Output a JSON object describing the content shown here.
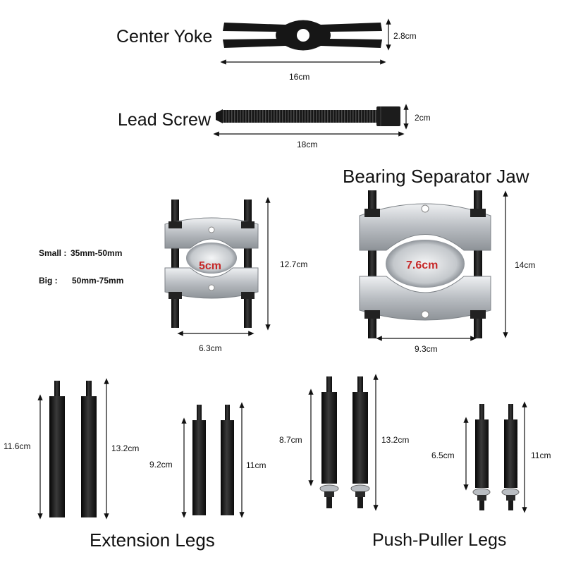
{
  "center_yoke": {
    "title": "Center Yoke",
    "height": "2.8cm",
    "width": "16cm"
  },
  "lead_screw": {
    "title": "Lead Screw",
    "height": "2cm",
    "width": "18cm"
  },
  "bearing_separator": {
    "title": "Bearing Separator Jaw",
    "small_label": "Small :",
    "small_range": "35mm-50mm",
    "big_label": "Big :",
    "big_range": "50mm-75mm",
    "small_jaw": {
      "inner": "5cm",
      "height": "12.7cm",
      "width": "6.3cm"
    },
    "big_jaw": {
      "inner": "7.6cm",
      "height": "14cm",
      "width": "9.3cm"
    }
  },
  "extension_legs": {
    "title": "Extension Legs",
    "long_body": "11.6cm",
    "long_total": "13.2cm",
    "short_body": "9.2cm",
    "short_total": "11cm"
  },
  "push_puller_legs": {
    "title": "Push-Puller Legs",
    "long_body": "8.7cm",
    "long_total": "13.2cm",
    "short_body": "6.5cm",
    "short_total": "11cm"
  },
  "colors": {
    "steel_dark": "#1a1a1a",
    "chrome": "#c9ccd0",
    "accent_red": "#c62828"
  }
}
